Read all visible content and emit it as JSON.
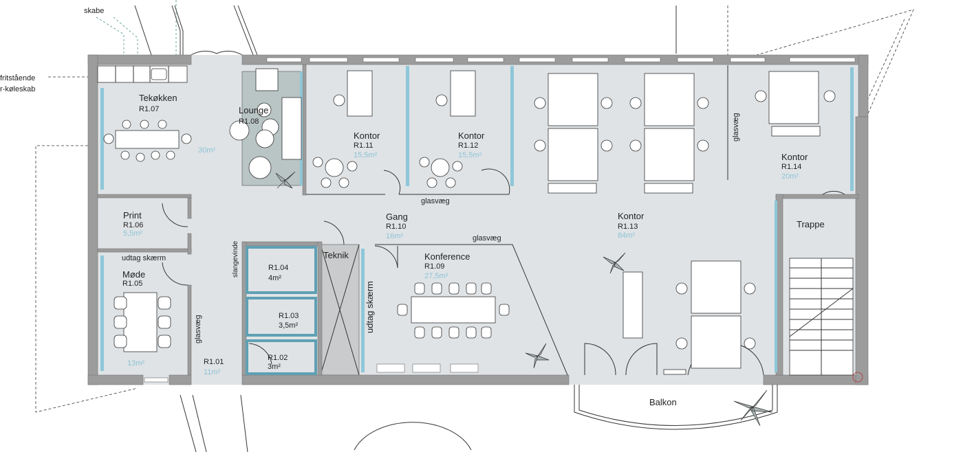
{
  "annotations": {
    "cabinets": "skabe",
    "fridge_line1": "fritstående",
    "fridge_line2": "r-køleskab",
    "glass_wall": "glasvæg",
    "screen_outlet": "udtag skærm",
    "hose_reel": "slangevinde",
    "technical": "Teknik",
    "stairs": "Trappe",
    "balcony": "Balkon"
  },
  "rooms": {
    "r107": {
      "name": "Tekøkken",
      "id": "R1.07",
      "area": "30m²"
    },
    "r108": {
      "name": "Lounge",
      "id": "R1.08"
    },
    "r111": {
      "name": "Kontor",
      "id": "R1.11",
      "area": "15,5m²"
    },
    "r112": {
      "name": "Kontor",
      "id": "R1.12",
      "area": "15,5m²"
    },
    "r114": {
      "name": "Kontor",
      "id": "R1.14",
      "area": "20m²"
    },
    "r106": {
      "name": "Print",
      "id": "R1.06",
      "area": "5,5m²"
    },
    "r105": {
      "name": "Møde",
      "id": "R1.05",
      "area": "13m²"
    },
    "r110": {
      "name": "Gang",
      "id": "R1.10",
      "area": "16m²"
    },
    "r113": {
      "name": "Kontor",
      "id": "R1.13",
      "area": "84m²"
    },
    "r109": {
      "name": "Konference",
      "id": "R1.09",
      "area": "27,5m²"
    },
    "r104": {
      "id": "R1.04",
      "area": "4m²"
    },
    "r103": {
      "id": "R1.03",
      "area": "3,5m²"
    },
    "r102": {
      "id": "R1.02",
      "area": "3m²"
    },
    "r101": {
      "id": "R1.01",
      "area": "11m²"
    }
  },
  "colors": {
    "floor": "#dfe3e6",
    "wall": "#9c9c9c",
    "glass": "#8ec7d8",
    "area_text": "#8ec3d6",
    "rug": "#b9c4c4"
  }
}
